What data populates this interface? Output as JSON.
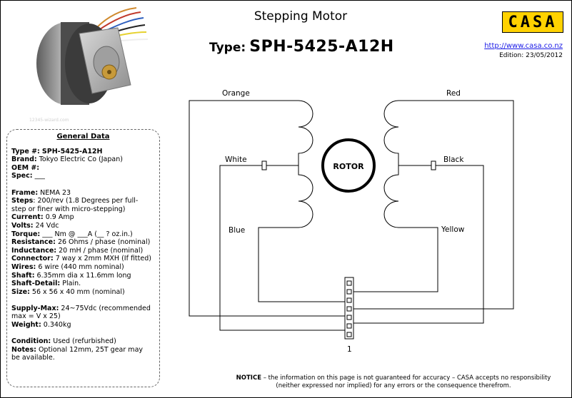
{
  "header": {
    "title": "Stepping Motor",
    "type_label": "Type:",
    "type_value": "SPH-5425-A12H",
    "logo_text": "CASA",
    "url": "http://www.casa.co.nz",
    "edition": "Edition: 23/05/2012"
  },
  "photo": {
    "watermark": "12345-wizard.com"
  },
  "general": {
    "heading": "General Data",
    "rows": [
      {
        "label": "Type #:",
        "value": "SPH-5425-A12H",
        "bold_value": true
      },
      {
        "label": "Brand:",
        "value": "Tokyo Electric Co (Japan)"
      },
      {
        "label": "OEM #:",
        "value": ""
      },
      {
        "label": "Spec:",
        "value": "___"
      },
      {
        "gap": true
      },
      {
        "label": "Frame:",
        "value": "NEMA 23"
      },
      {
        "label": "Steps",
        "value": ": 200/rev (1.8 Degrees per full-"
      },
      {
        "label": "",
        "value": "step or finer with micro-stepping)"
      },
      {
        "label": "Current:",
        "value": "0.9 Amp"
      },
      {
        "label": "Volts:",
        "value": "24 Vdc"
      },
      {
        "label": "Torque:",
        "value": "___ Nm @ ___A (__ ? oz.in.)"
      },
      {
        "label": "Resistance:",
        "value": "26 Ohms / phase (nominal)"
      },
      {
        "label": "Inductance:",
        "value": "20 mH / phase (nominal)"
      },
      {
        "label": "Connector:",
        "value": "7 way x 2mm MXH (If fitted)"
      },
      {
        "label": "Wires:",
        "value": "6 wire (440 mm nominal)"
      },
      {
        "label": "Shaft:",
        "value": "6.35mm dia x 11.6mm long"
      },
      {
        "label": "Shaft-Detail:",
        "value": "Plain."
      },
      {
        "label": "Size:",
        "value": "56 x 56 x 40 mm (nominal)"
      },
      {
        "gap": true
      },
      {
        "label": "Supply-Max:",
        "value": "24~75Vdc (recommended"
      },
      {
        "label": "",
        "value": "max = V x 25)"
      },
      {
        "label": "Weight:",
        "value": "0.340kg"
      },
      {
        "gap": true
      },
      {
        "label": "Condition:",
        "value": "Used (refurbished)"
      },
      {
        "label": "Notes:",
        "value": "Optional 12mm, 25T gear may"
      },
      {
        "label": "",
        "value": "be available."
      }
    ]
  },
  "diagram": {
    "rotor_label": "ROTOR",
    "wires": {
      "orange": "Orange",
      "white": "White",
      "blue": "Blue",
      "red": "Red",
      "black": "Black",
      "yellow": "Yellow"
    },
    "pin_one_label": "1"
  },
  "notice": {
    "bold": "NOTICE",
    "line1": " – the information on this page is not guaranteed for accuracy – CASA accepts no responsibility",
    "line2": "(neither expressed nor implied) for any errors or the consequence therefrom."
  }
}
